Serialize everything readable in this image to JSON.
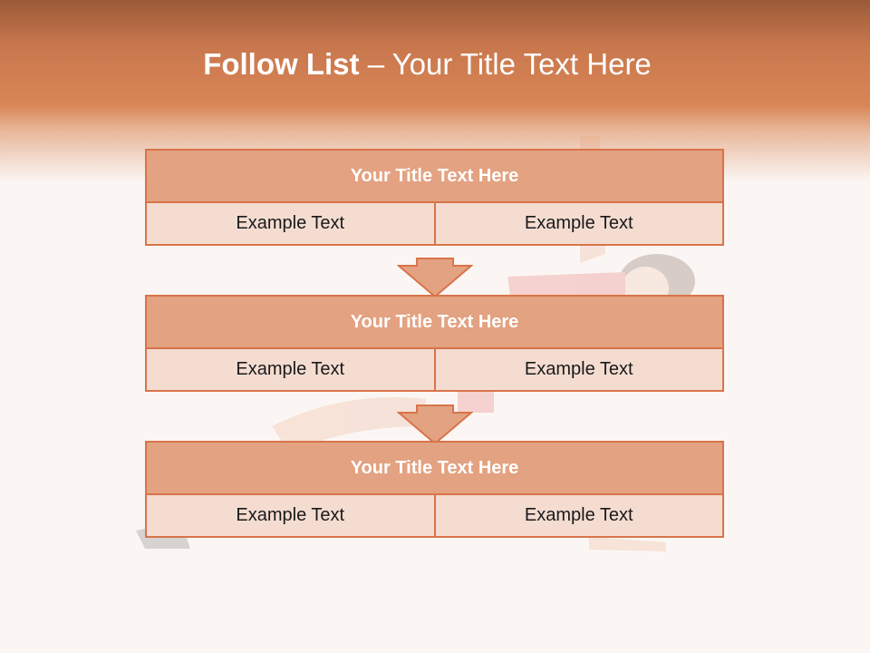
{
  "slide": {
    "title_bold": "Follow List",
    "title_rest": " – Your Title Text Here"
  },
  "colors": {
    "accent": "#d8744a",
    "box_title_fill": "#e3a281",
    "box_cell_fill": "#f4dcd1",
    "header_band": "#d98656"
  },
  "steps": [
    {
      "title": "Your Title Text Here",
      "cells": [
        "Example Text",
        "Example Text"
      ]
    },
    {
      "title": "Your Title Text Here",
      "cells": [
        "Example Text",
        "Example Text"
      ]
    },
    {
      "title": "Your Title Text Here",
      "cells": [
        "Example Text",
        "Example Text"
      ]
    }
  ]
}
